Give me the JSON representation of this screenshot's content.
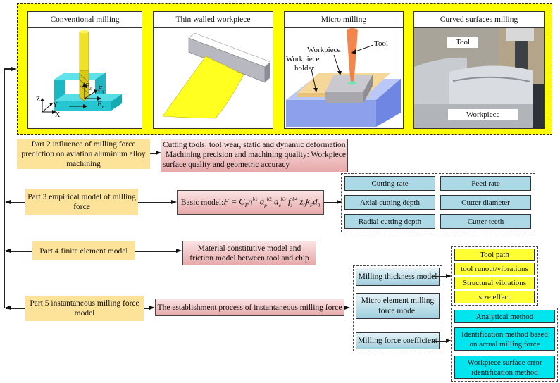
{
  "top_panels": [
    {
      "title": "Conventional  milling",
      "labels": {
        "z": "Z",
        "y": "Y",
        "x": "X",
        "fz": "F",
        "fz_sub": "z",
        "fy": "F",
        "fy_sub": "y",
        "fx": "F",
        "fx_sub": "x"
      }
    },
    {
      "title": "Thin walled workpiece"
    },
    {
      "title": "Micro milling",
      "labels": {
        "tool": "Tool",
        "workpiece": "Workpiece",
        "holder_line1": "Workpiece",
        "holder_line2": "holder"
      }
    },
    {
      "title": "Curved surfaces milling",
      "labels": {
        "tool": "Tool",
        "workpiece": "Workpiece"
      }
    }
  ],
  "parts": [
    {
      "label": "Part 2 influence of milling force prediction on aviation aluminum alloy machining"
    },
    {
      "label": "Part 3 empirical model of milling force"
    },
    {
      "label": "Part 4 finite element model"
    },
    {
      "label": "Part 5 instantaneous milling force model"
    }
  ],
  "effects": {
    "line1": "Cutting tools: tool wear, static and dynamic deformation",
    "line2": "Machining precision and machining quality: Workpiece",
    "line3": "surface quality and geometric accuracy"
  },
  "basic_model": {
    "prefix": "Basic model: ",
    "formula_text": "F = C_F n^b1 a_p^b2 a_e^b3 f_z^b4 z_0 k_F d_0"
  },
  "empirical_factors": [
    "Cutting rate",
    "Feed rate",
    "Axial cutting depth",
    "Cutter diameter",
    "Radial cutting depth",
    "Cutter teeth"
  ],
  "fem_box": "Material constitutive model and friction model between tool and chip",
  "instantaneous_box": "The establishment process of instantaneous milling force",
  "instantaneous_components": [
    "Milling thickness model",
    "Micro element milling force model",
    "Milling force coefficient"
  ],
  "thickness_factors": [
    "Tool path",
    "tool runout/vibrations",
    "Structural vibrations",
    "size effect"
  ],
  "coefficient_methods": [
    "Analytical method",
    "Identification method based on actual milling force",
    "Workpiece surface error identification method"
  ],
  "colors": {
    "frame_yellow": "#ffff00",
    "part_fill": "#fde29a",
    "pink_fill": "#e7a9aa",
    "blue_fill": "#add8e6",
    "yellow_fill": "#ffff33",
    "cyan_fill": "#00e5ee"
  }
}
